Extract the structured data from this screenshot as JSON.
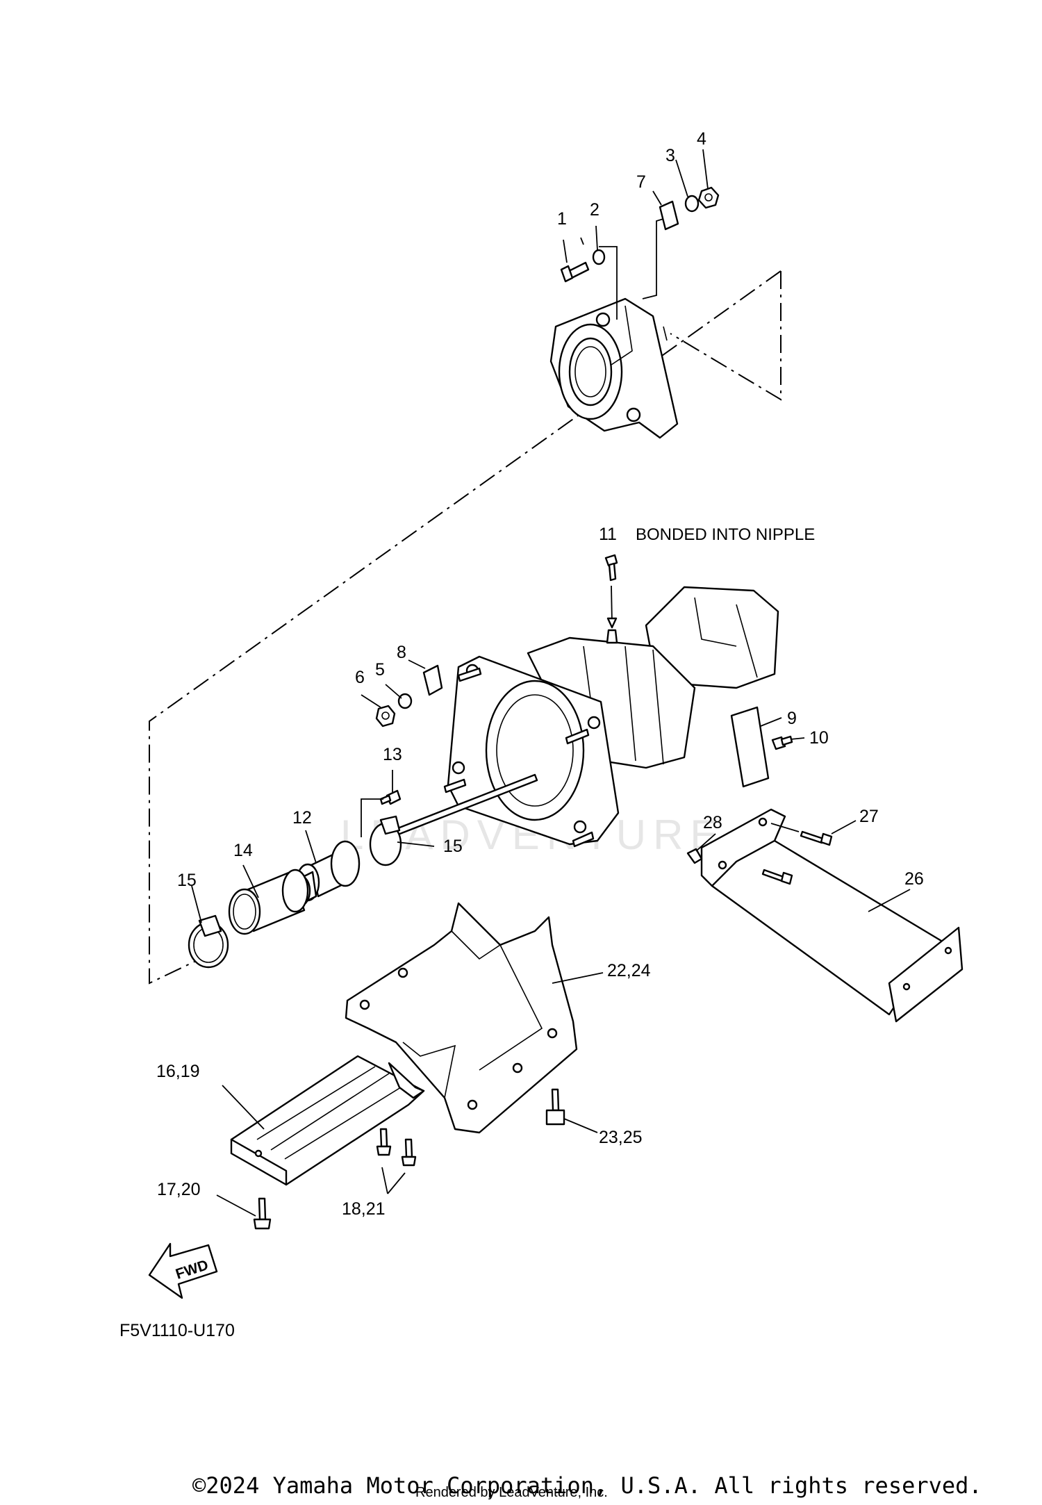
{
  "diagram": {
    "callouts": {
      "c1": "1",
      "c2": "2",
      "c3": "3",
      "c4": "4",
      "c5": "5",
      "c6": "6",
      "c7": "7",
      "c8": "8",
      "c9": "9",
      "c10": "10",
      "c11": "11",
      "c12": "12",
      "c13": "13",
      "c14": "14",
      "c15a": "15",
      "c15b": "15",
      "c16_19": "16,19",
      "c17_20": "17,20",
      "c18_21": "18,21",
      "c22_24": "22,24",
      "c23_25": "23,25",
      "c26": "26",
      "c27": "27",
      "c28": "28"
    },
    "note_11": "BONDED INTO NIPPLE",
    "fwd_label": "FWD",
    "diagram_code": "F5V1110-U170",
    "watermark": "LEADVENTURE"
  },
  "footer": {
    "copyright": "©2024 Yamaha Motor Corporation, U.S.A. All rights reserved.",
    "rendered_by": "Rendered by LeadVenture, Inc."
  }
}
